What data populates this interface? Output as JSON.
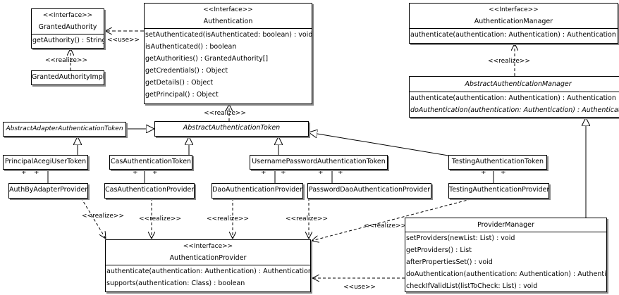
{
  "stereotypes": {
    "interface": "<<Interface>>",
    "use": "<<use>>",
    "realize": "<<realize>>",
    "plus": "+"
  },
  "classes": {
    "granted_authority": {
      "name": "GrantedAuthority",
      "methods": [
        "getAuthority() : String"
      ]
    },
    "granted_authority_impl": {
      "name": "GrantedAuthorityImpl"
    },
    "authentication": {
      "name": "Authentication",
      "methods": [
        "setAuthenticated(isAuthenticated: boolean) : void",
        "isAuthenticated() : boolean",
        "getAuthorities() : GrantedAuthority[]",
        "getCredentials() : Object",
        "getDetails() : Object",
        "getPrincipal() : Object"
      ]
    },
    "authentication_manager": {
      "name": "AuthenticationManager",
      "methods": [
        "authenticate(authentication: Authentication) : Authentication"
      ]
    },
    "abstract_authentication_manager": {
      "name": "AbstractAuthenticationManager",
      "methods": [
        "authenticate(authentication: Authentication) : Authentication",
        "doAuthentication(authentication: Authentication) : Authentication"
      ]
    },
    "abstract_adapter_token": {
      "name": "AbstractAdapterAuthenticationToken"
    },
    "abstract_token": {
      "name": "AbstractAuthenticationToken"
    },
    "principal_token": {
      "name": "PrincipalAcegiUserToken"
    },
    "cas_token": {
      "name": "CasAuthenticationToken"
    },
    "up_token": {
      "name": "UsernamePasswordAuthenticationToken"
    },
    "testing_token": {
      "name": "TestingAuthenticationToken"
    },
    "auth_by_adapter": {
      "name": "AuthByAdapterProvider"
    },
    "cas_provider": {
      "name": "CasAuthenticationProvider"
    },
    "dao_provider": {
      "name": "DaoAuthenticationProvider"
    },
    "password_dao_provider": {
      "name": "PasswordDaoAuthenticationProvider"
    },
    "testing_provider": {
      "name": "TestingAuthenticationProvider"
    },
    "authentication_provider": {
      "name": "AuthenticationProvider",
      "methods": [
        "authenticate(authentication: Authentication) : Authentication",
        "supports(authentication: Class) : boolean"
      ]
    },
    "provider_manager": {
      "name": "ProviderManager",
      "methods": [
        "setProviders(newList: List) : void",
        "getProviders() : List",
        "afterPropertiesSet() : void",
        "doAuthentication(authentication: Authentication) : Authentication",
        "checkIfValidList(listToCheck: List) : void"
      ]
    }
  }
}
